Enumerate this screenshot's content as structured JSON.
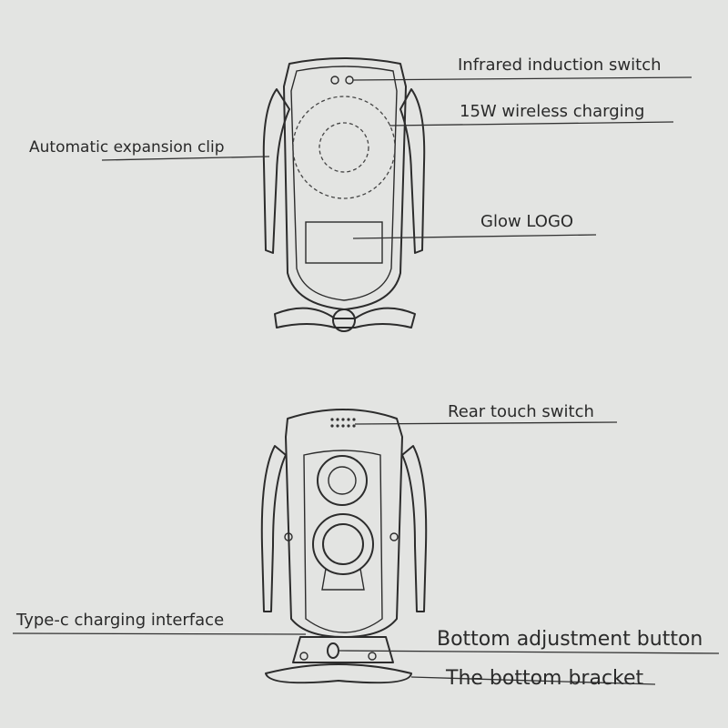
{
  "labels": {
    "infrared": "Infrared induction switch",
    "wireless": "15W wireless charging",
    "expansion": "Automatic expansion clip",
    "glow": "Glow LOGO",
    "rear_touch": "Rear touch switch",
    "typec": "Type-c charging interface",
    "bottom_button": "Bottom adjustment button",
    "bottom_bracket": "The bottom bracket"
  }
}
